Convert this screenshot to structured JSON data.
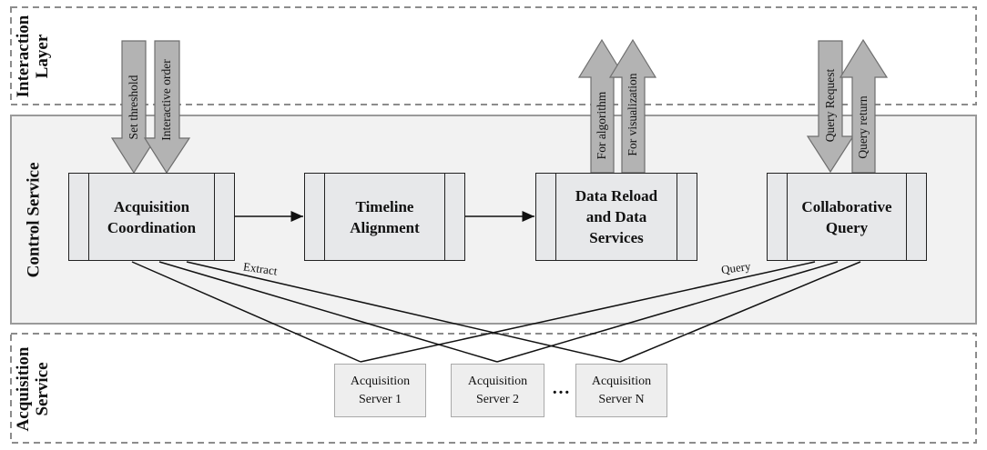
{
  "layers": {
    "interaction": "Interaction\nLayer",
    "control": "Control Service",
    "acquisition": "Acquisition\nService"
  },
  "modules": [
    {
      "id": "acq",
      "label": "Acquisition\nCoordination"
    },
    {
      "id": "tl",
      "label": "Timeline\nAlignment"
    },
    {
      "id": "dr",
      "label": "Data Reload\nand Data\nServices"
    },
    {
      "id": "cq",
      "label": "Collaborative\nQuery"
    }
  ],
  "arrows": [
    {
      "label": "Set threshold",
      "direction": "down"
    },
    {
      "label": "Interactive order",
      "direction": "down"
    },
    {
      "label": "For algorithm",
      "direction": "up"
    },
    {
      "label": "For visualization",
      "direction": "up"
    },
    {
      "label": "Query Request",
      "direction": "down"
    },
    {
      "label": "Query return",
      "direction": "up"
    }
  ],
  "edge_labels": {
    "extract": "Extract",
    "query": "Query"
  },
  "servers": [
    {
      "label": "Acquisition\nServer 1"
    },
    {
      "label": "Acquisition\nServer 2"
    },
    {
      "label": "Acquisition\nServer N"
    }
  ],
  "ellipsis": "…",
  "colors": {
    "panel_fill": "#f2f2f2",
    "dashed_border": "#8c8c8c",
    "arrow_fill": "#b3b3b3",
    "module_fill": "#e7e8ea"
  }
}
